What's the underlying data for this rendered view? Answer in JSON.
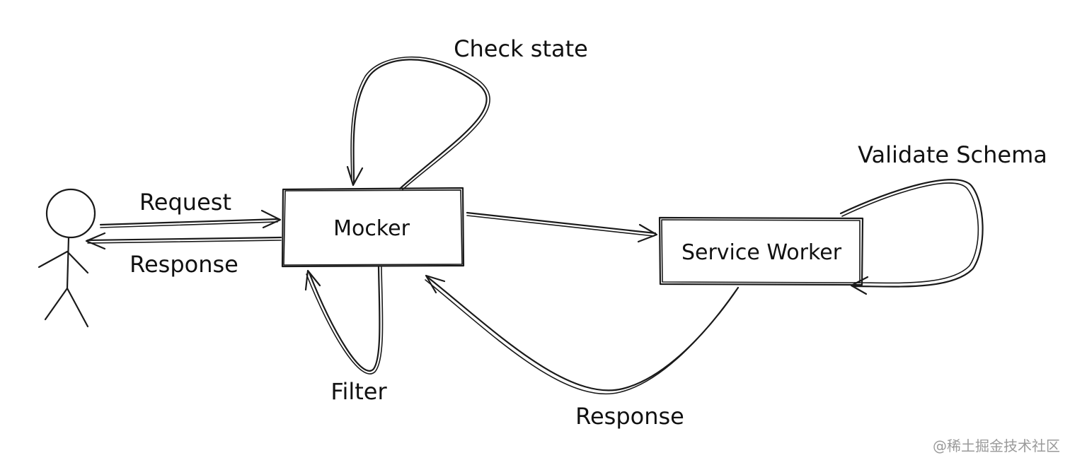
{
  "nodes": {
    "mocker": "Mocker",
    "service_worker": "Service Worker"
  },
  "edges": {
    "request": "Request",
    "response_to_user": "Response",
    "check_state": "Check state",
    "filter": "Filter",
    "validate_schema": "Validate Schema",
    "response_from_worker": "Response"
  },
  "watermark": "@稀土掘金技术社区"
}
